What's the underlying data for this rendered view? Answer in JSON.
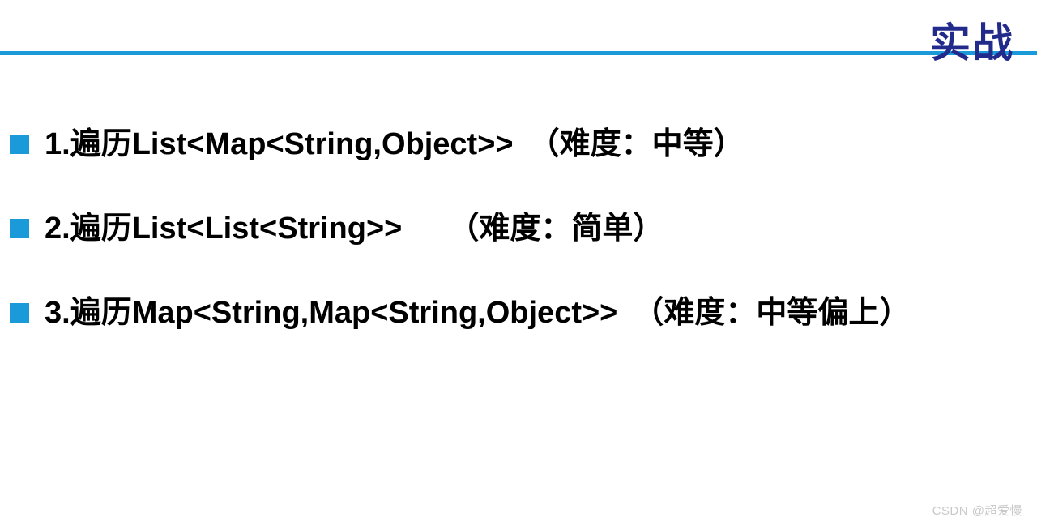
{
  "slide": {
    "title": "实战",
    "title_color": "#222a8c",
    "accent_color": "#1a9ad8",
    "background_color": "#ffffff",
    "text_color": "#000000",
    "rule": {
      "name": "header-divider",
      "color": "#1a9ad8"
    },
    "bullets": [
      {
        "index": "1",
        "marker": "blue-square",
        "text": "1.遍历List<Map<String,Object>>　（难度：中等）"
      },
      {
        "index": "2",
        "marker": "blue-square",
        "text": "2.遍历List<List<String>>　　（难度：简单）"
      },
      {
        "index": "3",
        "marker": "blue-square",
        "text": "3.遍历Map<String,Map<String,Object>>　（难度：中等偏上）"
      }
    ]
  },
  "watermark": {
    "text": "CSDN @超爱慢",
    "color": "#c9c9c9"
  }
}
